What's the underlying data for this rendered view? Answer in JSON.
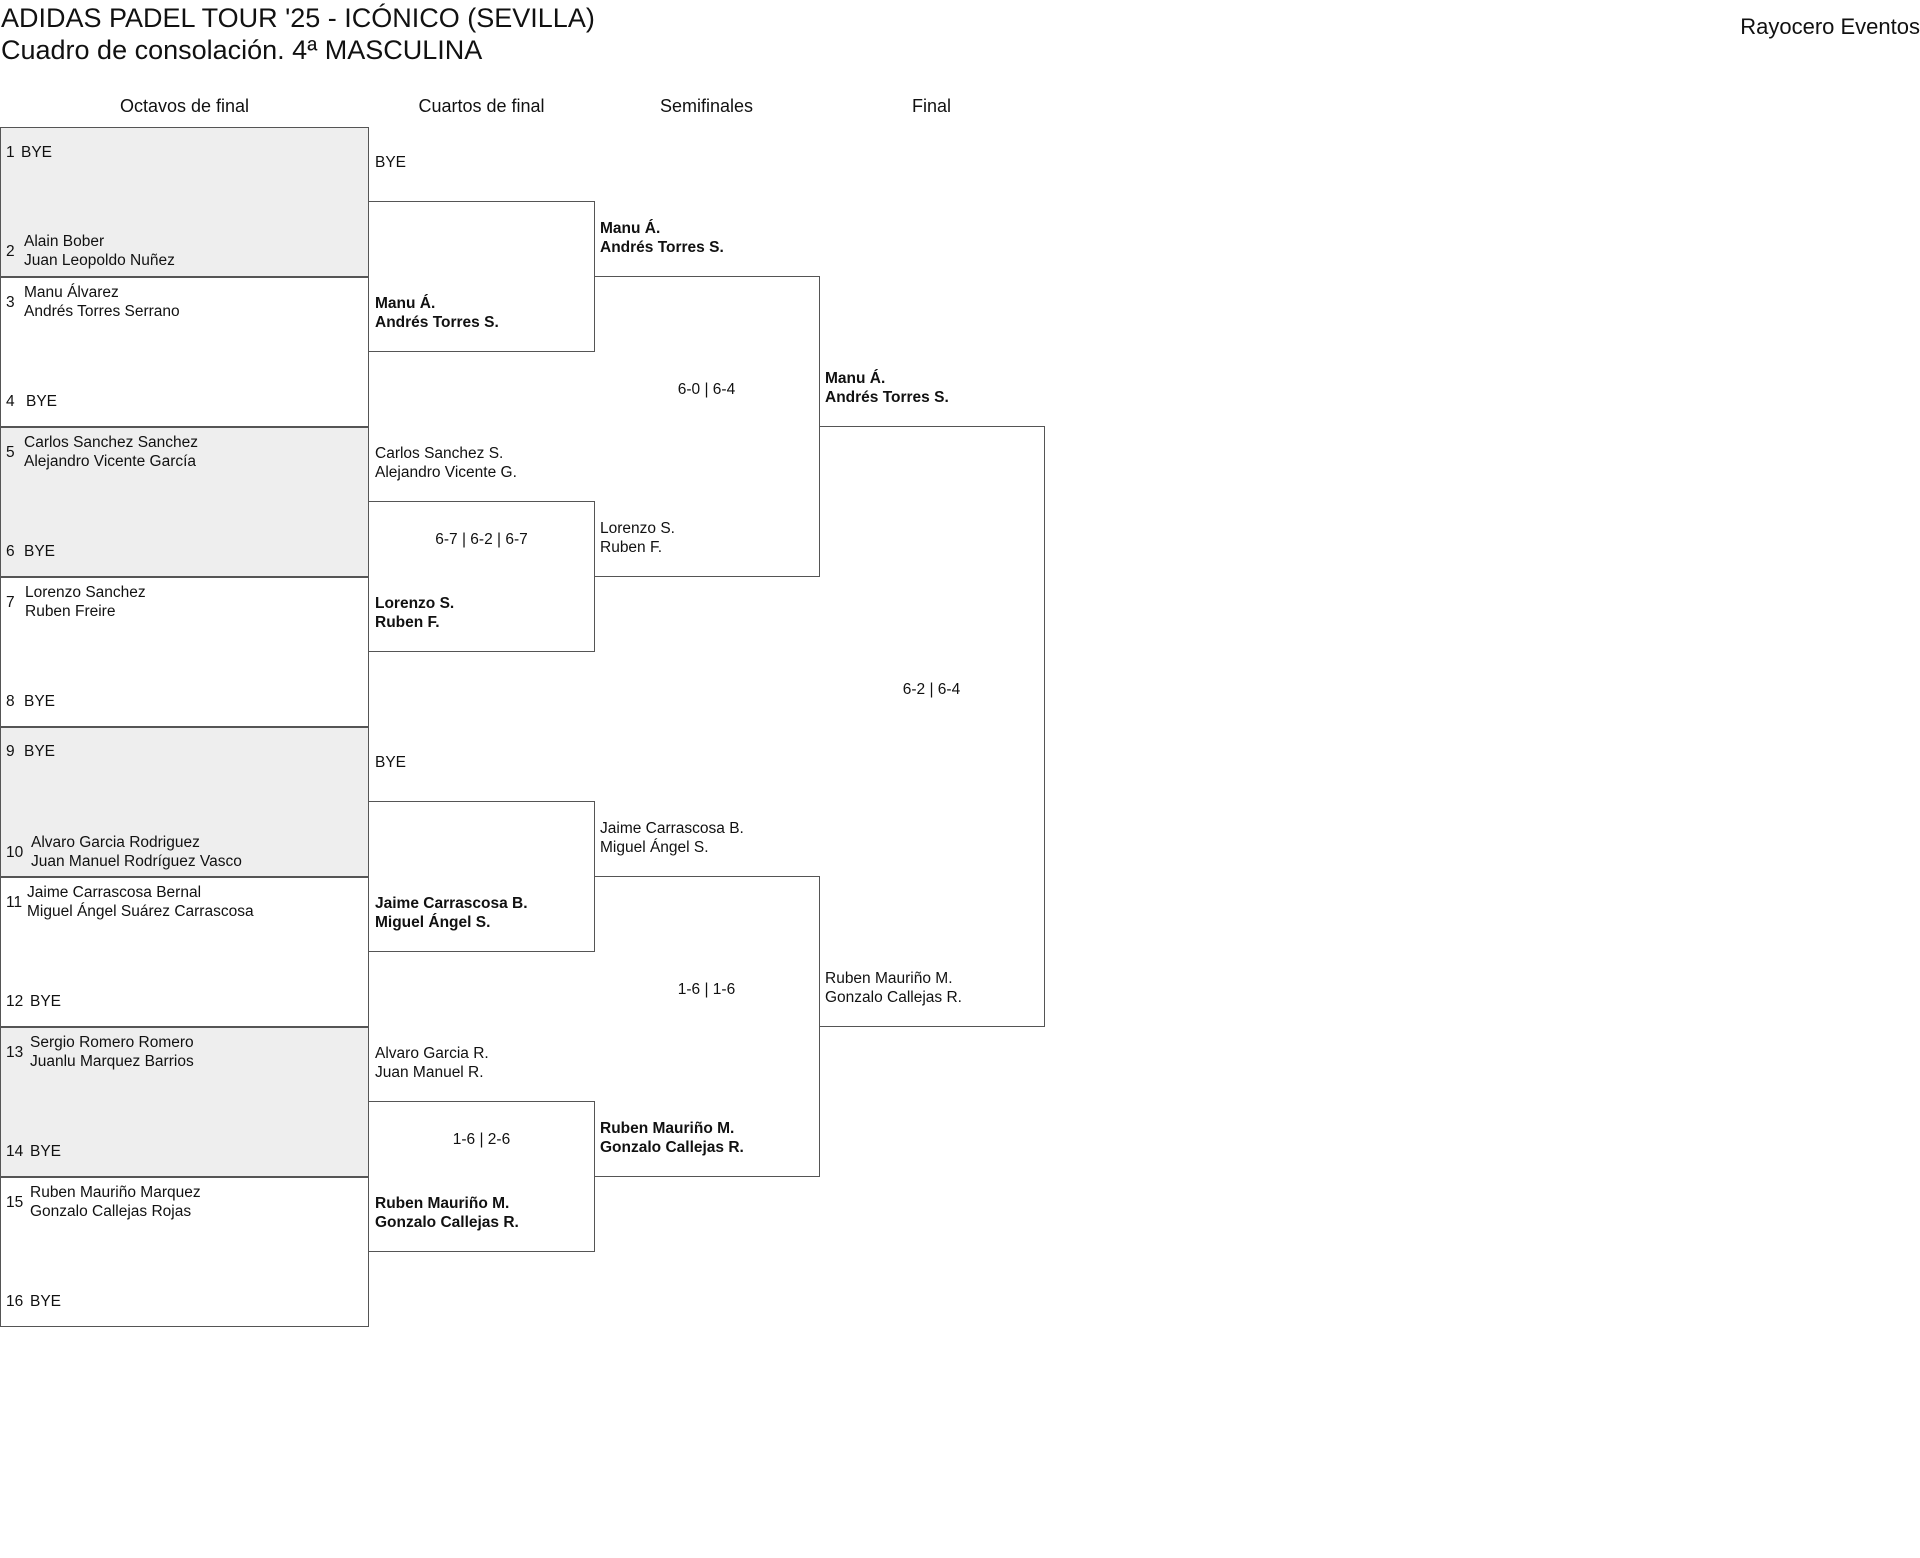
{
  "header": {
    "title": "ADIDAS PADEL TOUR '25 - ICÓNICO (SEVILLA)",
    "subtitle": "Cuadro de consolación. 4ª MASCULINA",
    "organizer": "Rayocero Eventos"
  },
  "rounds": [
    "Octavos de final",
    "Cuartos de final",
    "Semifinales",
    "Final"
  ],
  "entries": [
    {
      "num": "1",
      "l1": "BYE",
      "l2": ""
    },
    {
      "num": "2",
      "l1": "Alain Bober",
      "l2": "Juan Leopoldo Nuñez"
    },
    {
      "num": "3",
      "l1": "Manu Álvarez",
      "l2": "Andrés Torres Serrano"
    },
    {
      "num": "4",
      "l1": "BYE",
      "l2": ""
    },
    {
      "num": "5",
      "l1": "Carlos Sanchez Sanchez",
      "l2": "Alejandro Vicente García"
    },
    {
      "num": "6",
      "l1": "BYE",
      "l2": ""
    },
    {
      "num": "7",
      "l1": "Lorenzo Sanchez",
      "l2": "Ruben Freire"
    },
    {
      "num": "8",
      "l1": "BYE",
      "l2": ""
    },
    {
      "num": "9",
      "l1": "BYE",
      "l2": ""
    },
    {
      "num": "10",
      "l1": "Alvaro Garcia Rodriguez",
      "l2": "Juan Manuel Rodríguez Vasco"
    },
    {
      "num": "11",
      "l1": "Jaime Carrascosa Bernal",
      "l2": "Miguel Ángel Suárez Carrascosa"
    },
    {
      "num": "12",
      "l1": "BYE",
      "l2": ""
    },
    {
      "num": "13",
      "l1": "Sergio Romero Romero",
      "l2": "Juanlu Marquez Barrios"
    },
    {
      "num": "14",
      "l1": "BYE",
      "l2": ""
    },
    {
      "num": "15",
      "l1": "Ruben Mauriño Marquez",
      "l2": "Gonzalo Callejas Rojas"
    },
    {
      "num": "16",
      "l1": "BYE",
      "l2": ""
    }
  ],
  "quarterfinals": [
    {
      "top": "BYE",
      "top2": "",
      "bottom": "Manu Á.",
      "bottom2": "Andrés Torres S.",
      "score": ""
    },
    {
      "top": "Carlos Sanchez S.",
      "top2": "Alejandro Vicente G.",
      "bottom": "Lorenzo S.",
      "bottom2": "Ruben F.",
      "score": "6-7 | 6-2 | 6-7"
    },
    {
      "top": "BYE",
      "top2": "",
      "bottom": "Jaime Carrascosa B.",
      "bottom2": "Miguel Ángel S.",
      "score": ""
    },
    {
      "top": "Alvaro Garcia R.",
      "top2": "Juan Manuel R.",
      "bottom": "Ruben Mauriño M.",
      "bottom2": "Gonzalo Callejas R.",
      "score": "1-6 | 2-6"
    }
  ],
  "semifinals": [
    {
      "top": "Manu Á.",
      "top2": "Andrés Torres S.",
      "bottom": "Lorenzo S.",
      "bottom2": "Ruben F.",
      "score": "6-0 | 6-4"
    },
    {
      "top": "Jaime Carrascosa B.",
      "top2": "Miguel Ángel S.",
      "bottom": "Ruben Mauriño M.",
      "bottom2": "Gonzalo Callejas R.",
      "score": "1-6 | 1-6"
    }
  ],
  "final": {
    "top": "Manu Á.",
    "top2": "Andrés Torres S.",
    "bottom": "Ruben Mauriño M.",
    "bottom2": "Gonzalo Callejas R.",
    "score": "6-2 | 6-4"
  }
}
